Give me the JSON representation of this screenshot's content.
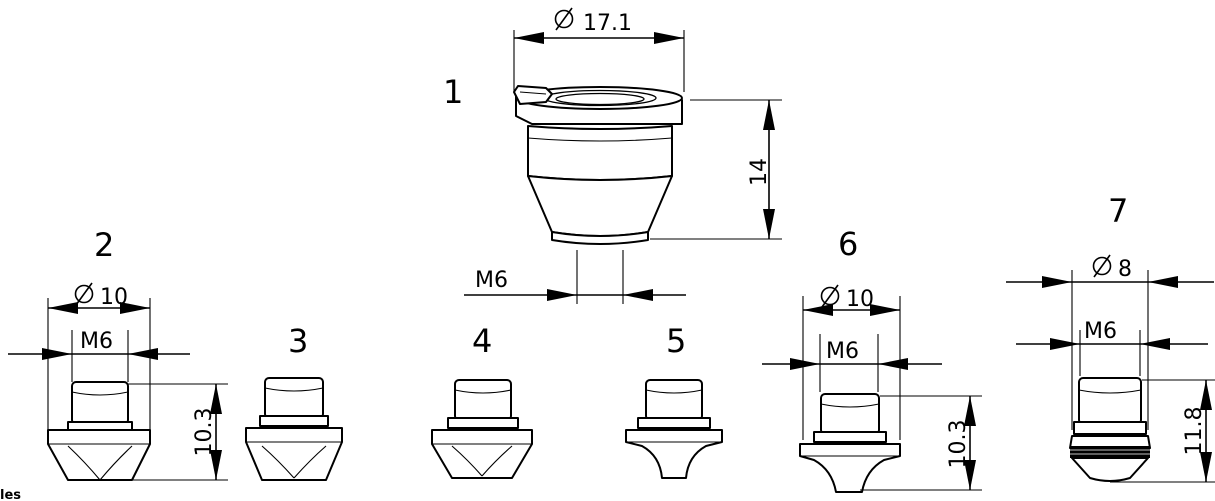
{
  "parts": {
    "p1": {
      "number": "1",
      "diameter": "17.1",
      "thread": "M6",
      "height": "14"
    },
    "p2": {
      "number": "2",
      "diameter": "10",
      "thread": "M6",
      "height": "10.3"
    },
    "p3": {
      "number": "3"
    },
    "p4": {
      "number": "4"
    },
    "p5": {
      "number": "5"
    },
    "p6": {
      "number": "6",
      "diameter": "10",
      "thread": "M6",
      "height": "10.3"
    },
    "p7": {
      "number": "7",
      "diameter": "8",
      "thread": "M6",
      "height": "11.8"
    }
  },
  "corner_text": "les",
  "symbols": {
    "diameter": "diameter-symbol"
  }
}
